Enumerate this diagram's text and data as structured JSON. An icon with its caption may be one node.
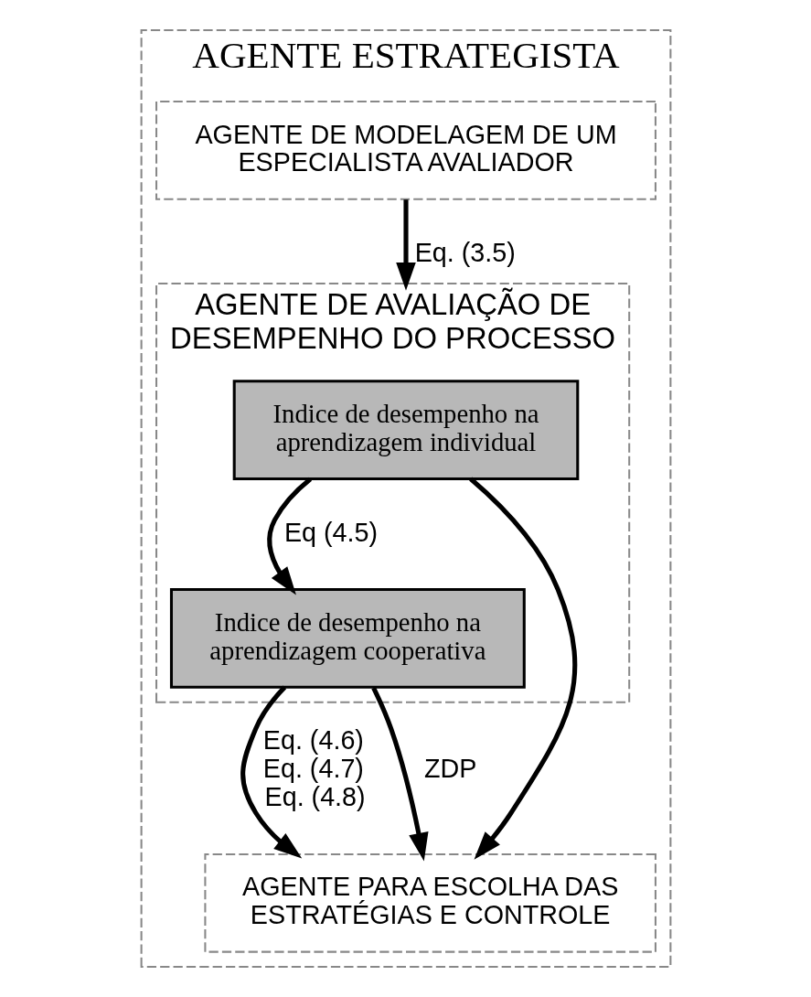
{
  "diagram": {
    "nodes": [
      {
        "text": [
          "AGENTE ESTRATEGISTA"
        ]
      },
      {
        "text": [
          "AGENTE DE MODELAGEM DE UM ESPECIALISTA AVALIADOR"
        ],
        "in": 0
      },
      {
        "text": [
          "AGENTE DE AVALIAÇÃO DE DESEMPENHO DO PROCESSO"
        ],
        "in": 0
      },
      {
        "text": [
          "Indice de desempenho na aprendizagem individual"
        ],
        "in": 2
      },
      {
        "text": [
          "Indice de desempenho na aprendizagem cooperativa"
        ],
        "in": 2
      },
      {
        "text": [
          "AGENTE PARA ESCOLHA DAS ESTRATÉGIAS E CONTROLE"
        ],
        "in": 0
      }
    ],
    "edges": [
      {
        "from": 1,
        "to": 2,
        "arrow": "to",
        "label": "Eq. (3.5)"
      },
      {
        "from": 3,
        "to": 4,
        "arrow": "to",
        "label": "Eq (4.5)"
      },
      {
        "from": 4,
        "to": 5,
        "arrow": "to",
        "label": "Eq. (4.6) Eq. (4.7) Eq. (4.8)"
      },
      {
        "from": 4,
        "to": 5,
        "arrow": "to",
        "label": "ZDP"
      },
      {
        "from": 3,
        "to": 5,
        "arrow": "to"
      }
    ]
  }
}
